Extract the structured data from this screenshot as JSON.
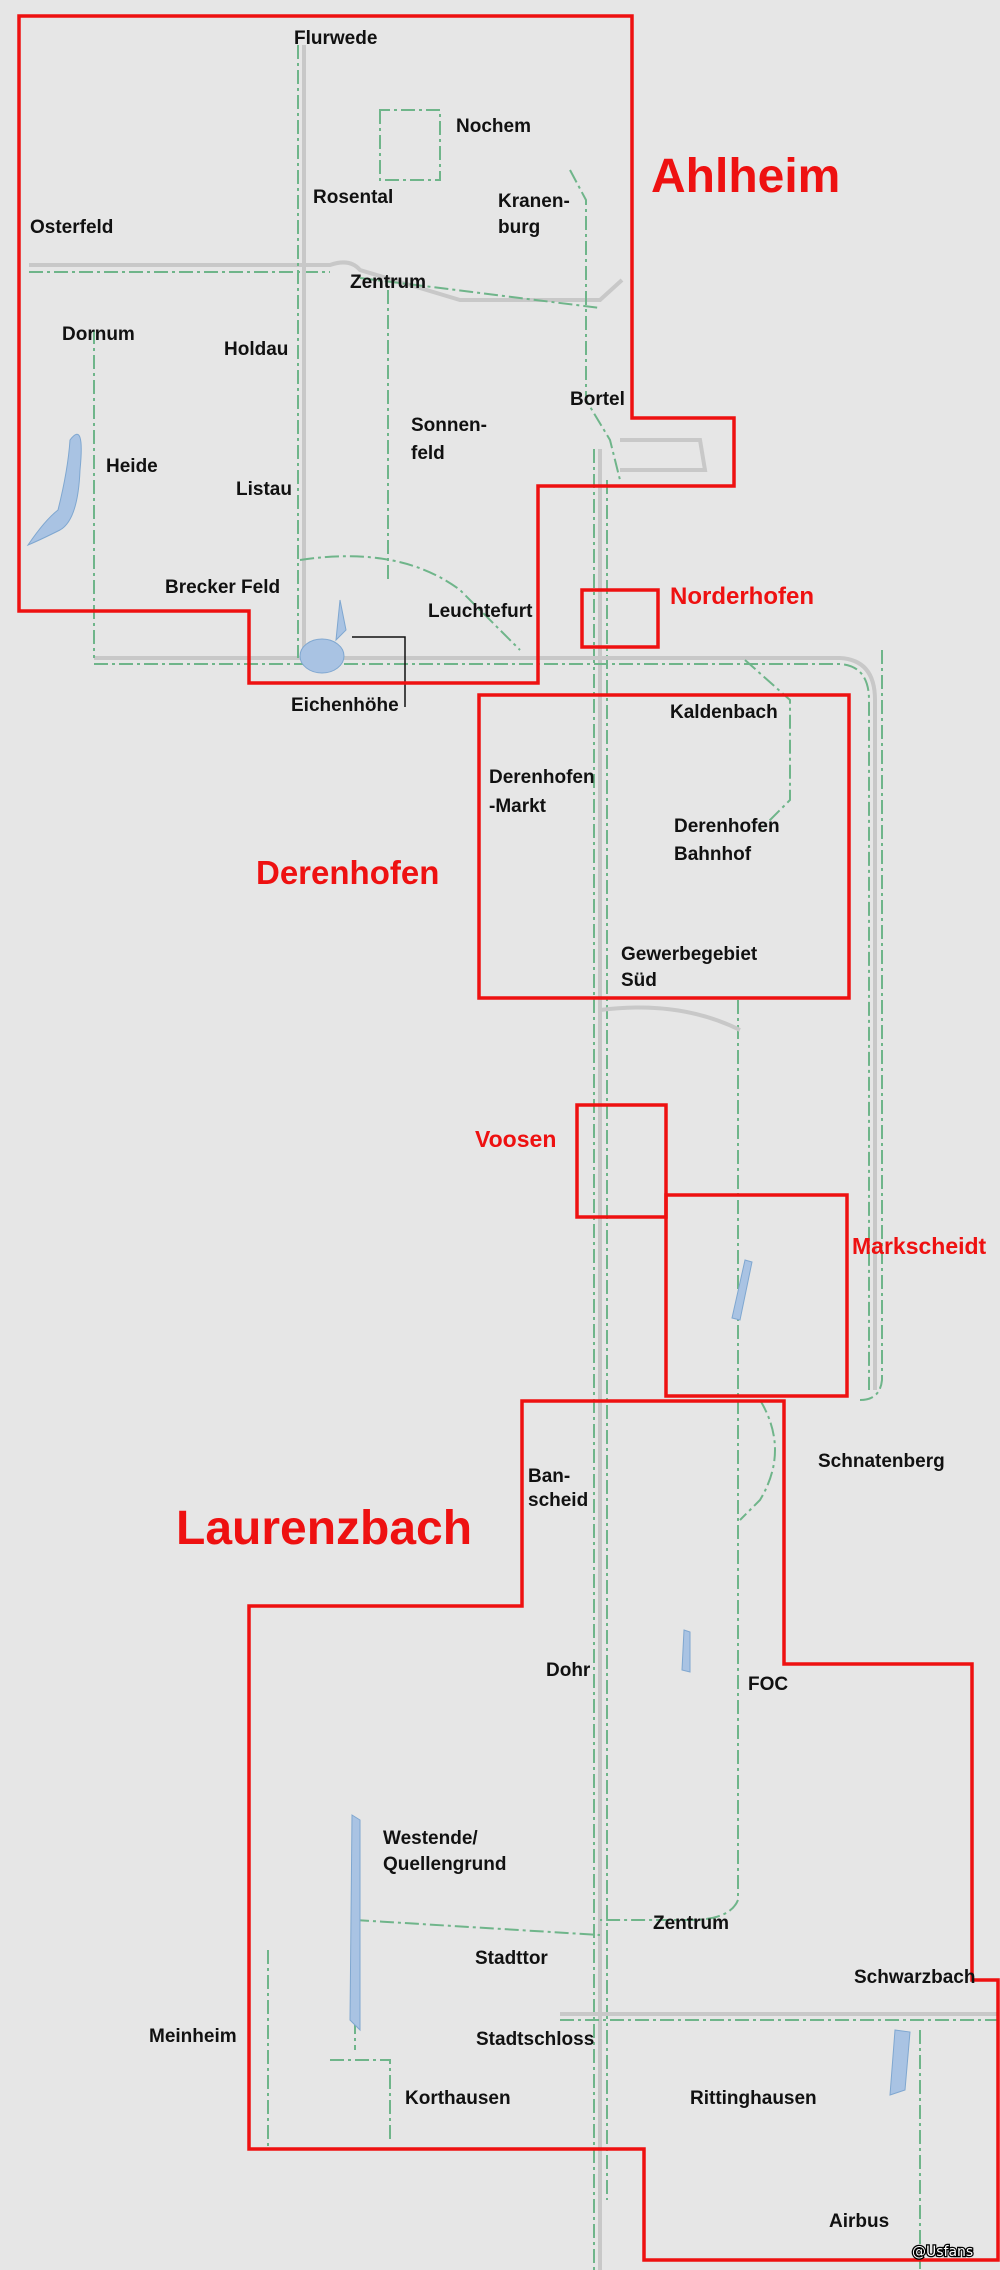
{
  "districts": {
    "ahlheim": "Ahlheim",
    "norderhofen": "Norderhofen",
    "derenhofen": "Derenhofen",
    "voosen": "Voosen",
    "markscheidt": "Markscheidt",
    "laurenzbach": "Laurenzbach"
  },
  "colors": {
    "boundary": "#ee1111",
    "route": "#6fb58a",
    "water": "#a9c3e3",
    "background": "#e6e6e6"
  },
  "places": {
    "flurwede": "Flurwede",
    "nochem": "Nochem",
    "rosental": "Rosental",
    "kranenburg": [
      "Kranen-",
      "burg"
    ],
    "osterfeld": "Osterfeld",
    "zentrum_ahlheim": "Zentrum",
    "dornum": "Dornum",
    "holdau": "Holdau",
    "bortel": "Bortel",
    "sonnenfeld": [
      "Sonnen-",
      "feld"
    ],
    "heide": "Heide",
    "listau": "Listau",
    "brecker_feld": "Brecker Feld",
    "leuchtefurt": "Leuchtefurt",
    "eichenhoehe": "Eichenhöhe",
    "kaldenbach": "Kaldenbach",
    "derenhofen_markt": [
      "Derenhofen",
      "-Markt"
    ],
    "derenhofen_bahnhof": [
      "Derenhofen",
      "Bahnhof"
    ],
    "gewerbegebiet_sued": [
      "Gewerbegebiet",
      "Süd"
    ],
    "schnatenberg": "Schnatenberg",
    "banscheid": [
      "Ban-",
      "scheid"
    ],
    "dohr": "Dohr",
    "foc": "FOC",
    "westende": [
      "Westende/",
      "Quellengrund"
    ],
    "zentrum_laurenzbach": "Zentrum",
    "stadttor": "Stadttor",
    "schwarzbach": "Schwarzbach",
    "meinheim": "Meinheim",
    "stadtschloss": "Stadtschloss",
    "korthausen": "Korthausen",
    "rittinghausen": "Rittinghausen",
    "airbus": "Airbus"
  },
  "watermark": "@Usfans"
}
